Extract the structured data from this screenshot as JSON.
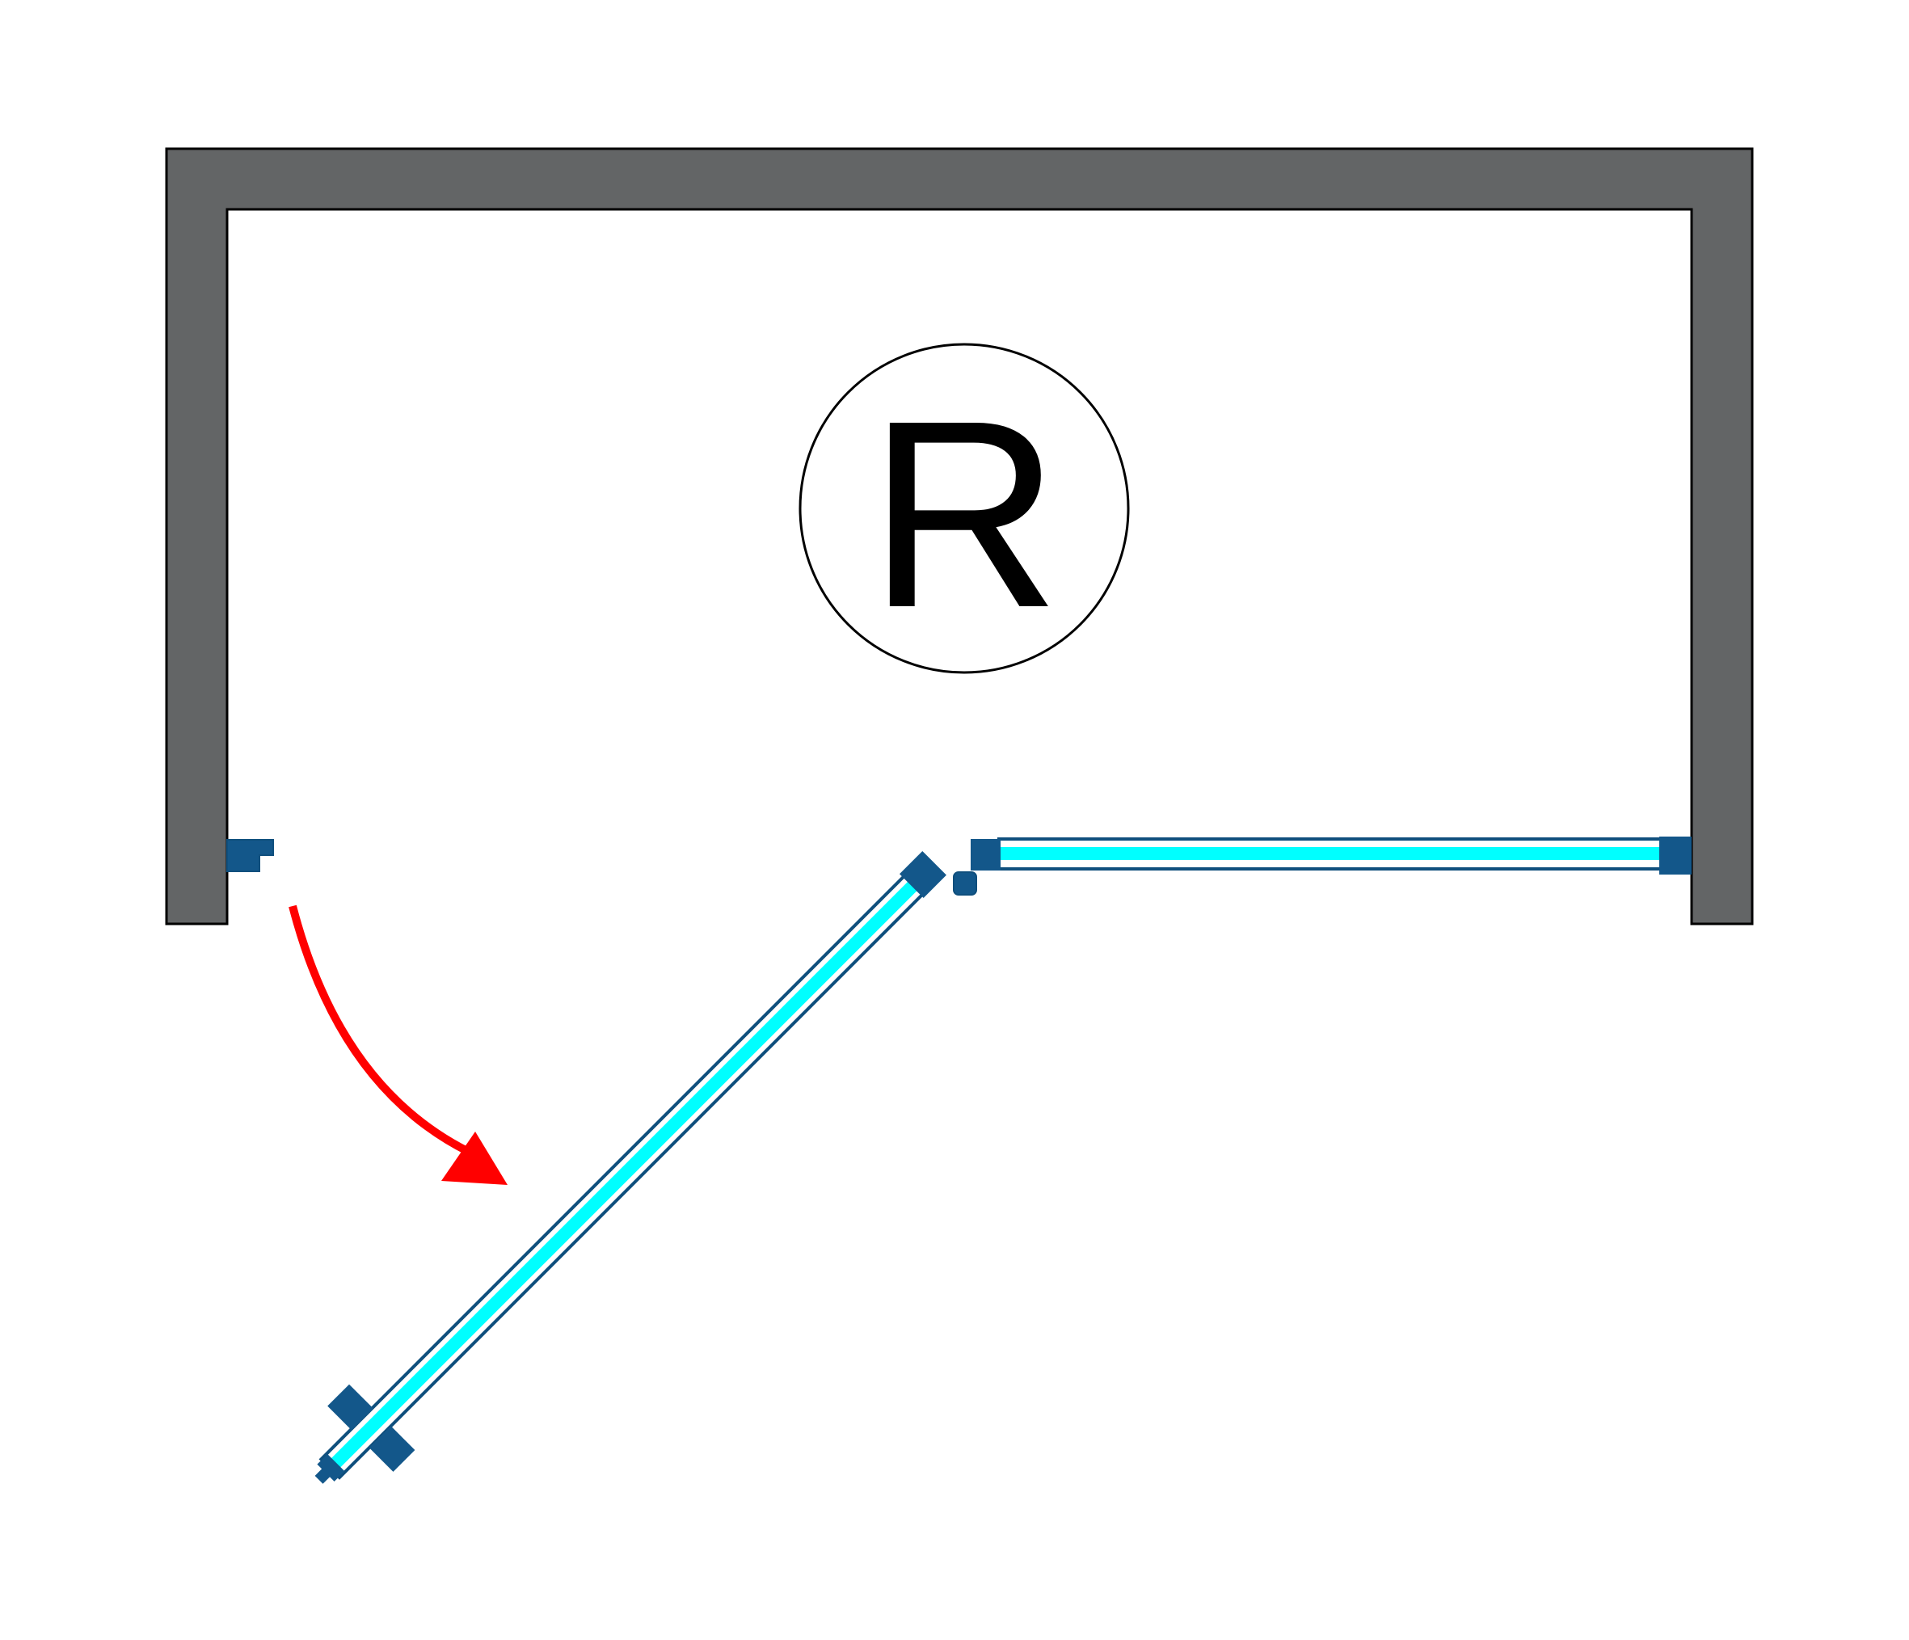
{
  "diagram": {
    "marker_letter": "R",
    "colors": {
      "wall": "#636566",
      "wall_outline": "#000000",
      "profile": "#13578a",
      "profile_outline": "#0f4f7d",
      "glass": "#00ffff",
      "arrow": "#ff0000",
      "background": "#ffffff"
    },
    "elements": {
      "walls": "u-shaped-wall",
      "fixed_panel": "fixed-glass-panel",
      "door": "hinged-glass-door-open",
      "arrow": "door-swing-arrow"
    }
  }
}
